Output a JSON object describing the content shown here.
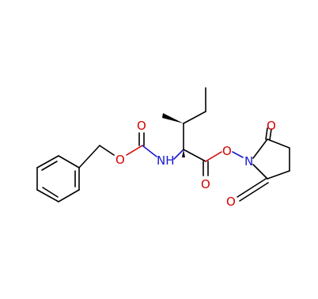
{
  "colors": {
    "background": "#ffffff",
    "bond": "#000000",
    "oxygen": "#d40000",
    "nitrogen": "#1a1acc"
  },
  "atoms": {
    "carbamate_carbonyl_o": "O",
    "carbamate_ether_o": "O",
    "amide_nh": "NH",
    "ester_carbonyl_o": "O",
    "ester_o": "O",
    "imide_n": "N",
    "imide_top_o": "O",
    "imide_bottom_o": "O"
  }
}
